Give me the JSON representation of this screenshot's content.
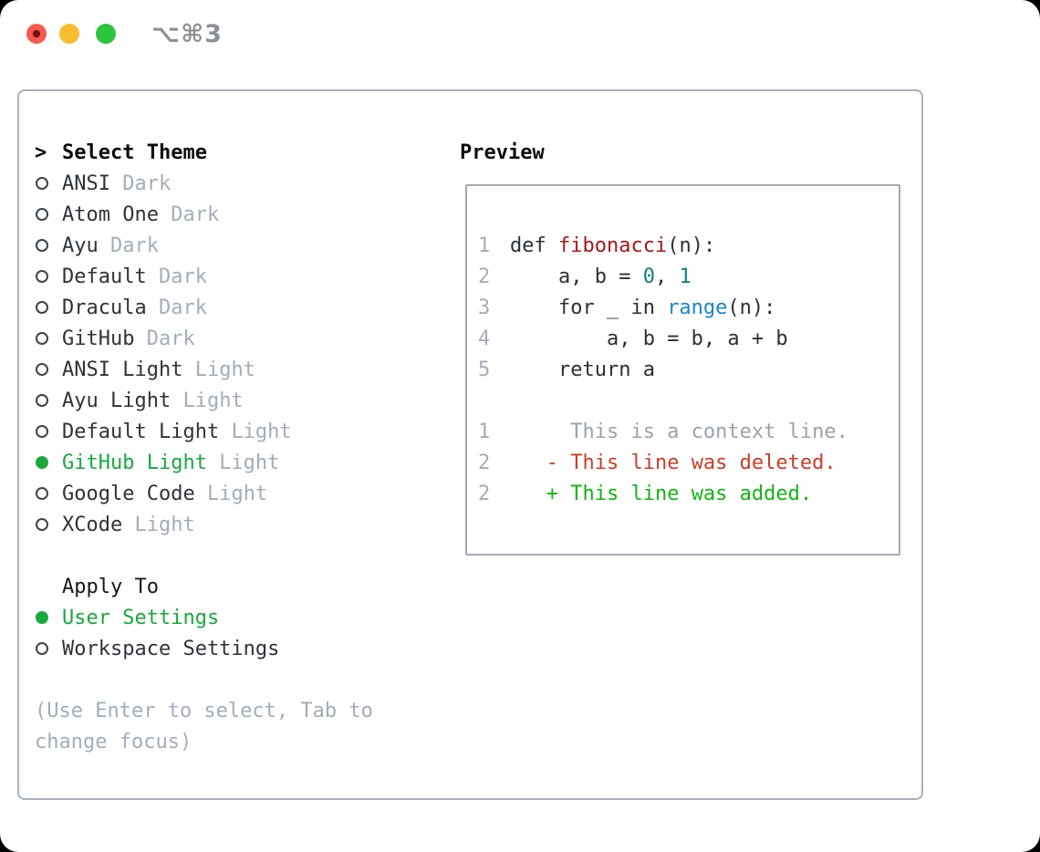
{
  "window": {
    "title": "⌥⌘3",
    "traffic_lights": [
      "close",
      "minimize",
      "zoom"
    ]
  },
  "theme_panel": {
    "header": {
      "marker": ">",
      "label": "Select Theme"
    },
    "items": [
      {
        "name": "ANSI",
        "variant": "Dark",
        "selected": false
      },
      {
        "name": "Atom One",
        "variant": "Dark",
        "selected": false
      },
      {
        "name": "Ayu",
        "variant": "Dark",
        "selected": false
      },
      {
        "name": "Default",
        "variant": "Dark",
        "selected": false
      },
      {
        "name": "Dracula",
        "variant": "Dark",
        "selected": false
      },
      {
        "name": "GitHub",
        "variant": "Dark",
        "selected": false
      },
      {
        "name": "ANSI Light",
        "variant": "Light",
        "selected": false
      },
      {
        "name": "Ayu Light",
        "variant": "Light",
        "selected": false
      },
      {
        "name": "Default Light",
        "variant": "Light",
        "selected": false
      },
      {
        "name": "GitHub Light",
        "variant": "Light",
        "selected": true
      },
      {
        "name": "Google Code",
        "variant": "Light",
        "selected": false
      },
      {
        "name": "XCode",
        "variant": "Light",
        "selected": false
      }
    ],
    "apply_to": {
      "label": "Apply To",
      "options": [
        {
          "label": "User Settings",
          "selected": true
        },
        {
          "label": "Workspace Settings",
          "selected": false
        }
      ]
    },
    "help_lines": [
      "(Use Enter to select, Tab to",
      "change focus)"
    ]
  },
  "preview": {
    "label": "Preview",
    "code_lines": [
      {
        "num": "1",
        "tokens": [
          {
            "t": "def ",
            "c": "code"
          },
          {
            "t": "fibonacci",
            "c": "func"
          },
          {
            "t": "(n):",
            "c": "code"
          }
        ]
      },
      {
        "num": "2",
        "tokens": [
          {
            "t": "    a, b = ",
            "c": "code"
          },
          {
            "t": "0",
            "c": "num"
          },
          {
            "t": ", ",
            "c": "code"
          },
          {
            "t": "1",
            "c": "num"
          }
        ]
      },
      {
        "num": "3",
        "tokens": [
          {
            "t": "    for _ in ",
            "c": "code"
          },
          {
            "t": "range",
            "c": "builtin"
          },
          {
            "t": "(n):",
            "c": "code"
          }
        ]
      },
      {
        "num": "4",
        "tokens": [
          {
            "t": "        a, b = b, a + b",
            "c": "code"
          }
        ]
      },
      {
        "num": "5",
        "tokens": [
          {
            "t": "    return a",
            "c": "code"
          }
        ]
      }
    ],
    "diff_lines": [
      {
        "num": "1",
        "tokens": [
          {
            "t": "     This is a context line.",
            "c": "ctx"
          }
        ]
      },
      {
        "num": "2",
        "tokens": [
          {
            "t": "   ",
            "c": "code"
          },
          {
            "t": "- This line was deleted.",
            "c": "del"
          }
        ]
      },
      {
        "num": "2",
        "tokens": [
          {
            "t": "   ",
            "c": "code"
          },
          {
            "t": "+ This line was added.",
            "c": "add"
          }
        ]
      }
    ]
  },
  "colors": {
    "green": "#1aa83e",
    "muted": "#a3adb8",
    "func": "#a51818",
    "number": "#0d8083",
    "builtin": "#1b86c8",
    "ctx": "#9aa3ad",
    "del": "#c93d27",
    "add": "#12b416",
    "panel_border": "#a9b1bb",
    "box_border": "#a2aab4",
    "title": "#8b9197",
    "traffic_red": "#f4594e",
    "traffic_red_dot": "#70110b",
    "traffic_yellow": "#f9bd30",
    "traffic_green": "#2bc53d"
  }
}
